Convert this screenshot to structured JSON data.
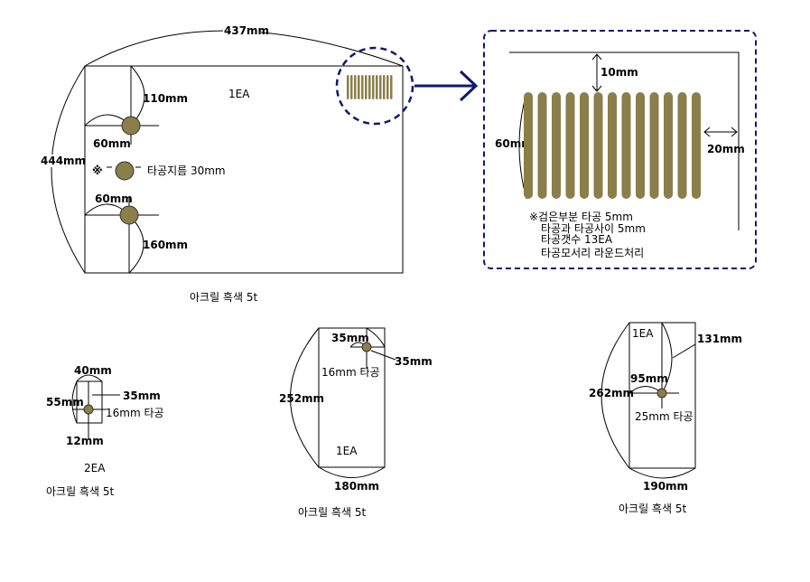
{
  "colors": {
    "hole_fill": "#8a7e4a",
    "hole_stroke": "#333333",
    "callout_stroke": "#0d1a6e",
    "background": "#ffffff"
  },
  "main_panel": {
    "dim_top": "437mm",
    "dim_left": "444mm",
    "dim_hole1_top": "110mm",
    "dim_hole1_left": "60mm",
    "dim_hole2_left": "60mm",
    "dim_hole2_bottom": "160mm",
    "quantity": "1EA",
    "note_symbol": "※",
    "note_text": "타공지름  30mm",
    "material": "아크릴 흑색 5t"
  },
  "detail": {
    "dim_top": "10mm",
    "dim_height": "60mm",
    "dim_right": "20mm",
    "slot_count": 13,
    "notes": [
      "※검은부분 타공 5mm",
      "타공과 타공사이  5mm",
      "타공갯수  13EA",
      "타공모서리 라운드처리"
    ]
  },
  "part_small": {
    "dim_width": "40mm",
    "dim_height": "55mm",
    "dim_hole_top": "35mm",
    "dim_hole_side": "12mm",
    "hole_note": "16mm 타공",
    "quantity": "2EA",
    "material": "아크릴 흑색 5t"
  },
  "part_mid": {
    "dim_hole_x": "35mm",
    "dim_hole_y": "35mm",
    "hole_note": "16mm 타공",
    "dim_height": "252mm",
    "dim_width": "180mm",
    "quantity": "1EA",
    "material": "아크릴 흑색 5t"
  },
  "part_right": {
    "quantity": "1EA",
    "dim_split": "131mm",
    "dim_hole_x": "95mm",
    "dim_height": "262mm",
    "hole_note": "25mm 타공",
    "dim_width": "190mm",
    "material": "아크릴 흑색 5t"
  }
}
